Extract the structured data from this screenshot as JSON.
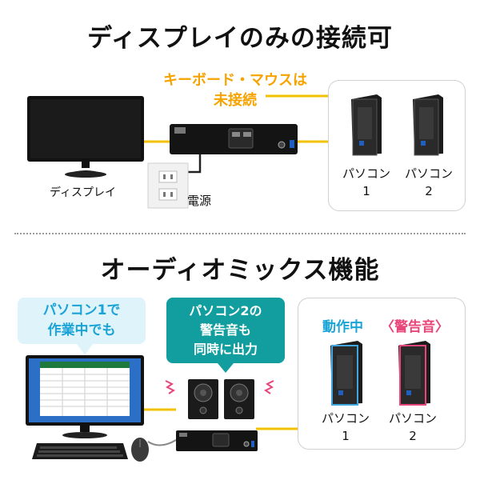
{
  "section1": {
    "title": "ディスプレイのみの接続可",
    "kbm_note_line1": "キーボード・マウスは",
    "kbm_note_line2": "未接続",
    "display_label": "ディスプレイ",
    "power_label": "電源",
    "pc1_line1": "パソコン",
    "pc1_line2": "1",
    "pc2_line1": "パソコン",
    "pc2_line2": "2"
  },
  "section2": {
    "title": "オーディオミックス機能",
    "bubble_left_line1": "パソコン1で",
    "bubble_left_line2": "作業中でも",
    "bubble_right_line1": "パソコン2の",
    "bubble_right_line2": "警告音も",
    "bubble_right_line3": "同時に出力",
    "status_active": "動作中",
    "status_alert": "警告音",
    "pc1_line1": "パソコン",
    "pc1_line2": "1",
    "pc2_line1": "パソコン",
    "pc2_line2": "2"
  },
  "colors": {
    "accent_orange": "#f6a300",
    "cable_yellow": "#f2c200",
    "bubble_light_blue": "#dff3fb",
    "bubble_teal": "#129e9e",
    "status_blue": "#1aa3d6",
    "status_pink": "#e8457a",
    "panel_border": "#d0d0d0"
  },
  "icons": {
    "monitor": "monitor-icon",
    "switch": "kvm-switch-icon",
    "outlet": "power-outlet-icon",
    "pc_tower": "pc-tower-icon",
    "speaker": "speaker-icon",
    "keyboard": "keyboard-icon",
    "mouse": "mouse-icon"
  }
}
